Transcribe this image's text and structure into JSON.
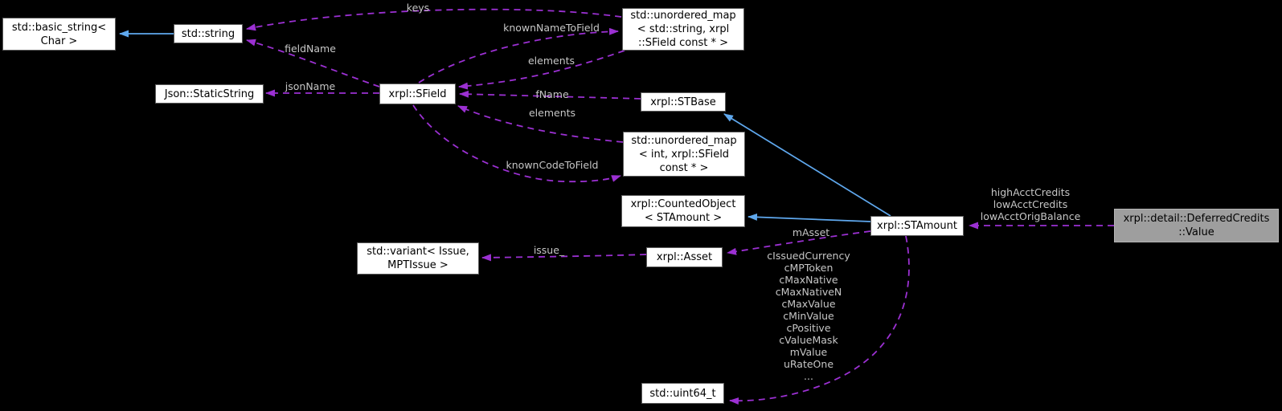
{
  "nodes": {
    "basic_string": {
      "lines": [
        "std::basic_string<",
        "Char >"
      ]
    },
    "std_string": {
      "lines": [
        "std::string"
      ]
    },
    "static_string": {
      "lines": [
        "Json::StaticString"
      ]
    },
    "sfield": {
      "lines": [
        "xrpl::SField"
      ]
    },
    "umap_string": {
      "lines": [
        "std::unordered_map",
        "< std::string, xrpl",
        "::SField const * >"
      ]
    },
    "stbase": {
      "lines": [
        "xrpl::STBase"
      ]
    },
    "umap_int": {
      "lines": [
        "std::unordered_map",
        "< int, xrpl::SField",
        "const * >"
      ]
    },
    "counted_object": {
      "lines": [
        "xrpl::CountedObject",
        "< STAmount >"
      ]
    },
    "variant": {
      "lines": [
        "std::variant< Issue,",
        "MPTIssue >"
      ]
    },
    "asset": {
      "lines": [
        "xrpl::Asset"
      ]
    },
    "stamount": {
      "lines": [
        "xrpl::STAmount"
      ]
    },
    "deferred_value": {
      "lines": [
        "xrpl::detail::DeferredCredits",
        "::Value"
      ]
    },
    "uint64": {
      "lines": [
        "std::uint64_t"
      ]
    }
  },
  "edge_labels": {
    "keys": "keys",
    "known_name_to_field": "knownNameToField",
    "field_name": "fieldName",
    "json_name": "jsonName",
    "elements_name_map": "elements",
    "f_name": "fName",
    "elements_code_map": "elements",
    "known_code_to_field": "knownCodeToField",
    "issue": "issue_",
    "m_asset": "mAsset",
    "deferred_members": [
      "highAcctCredits",
      "lowAcctCredits",
      "lowAcctOrigBalance"
    ],
    "stamount_members": [
      "cIssuedCurrency",
      "cMPToken",
      "cMaxNative",
      "cMaxNativeN",
      "cMaxValue",
      "cMinValue",
      "cPositive",
      "cValueMask",
      "mValue",
      "uRateOne",
      "..."
    ]
  },
  "colors": {
    "background": "#000000",
    "node_fill": "#ffffff",
    "node_border": "#5c5c5c",
    "node_text": "#000000",
    "highlight_fill": "#9e9e9e",
    "highlight_border": "#b4b4b4",
    "edge_usage": "#9b30d2",
    "edge_inheritance": "#5fa8ee",
    "edge_label_text": "#c6c6c6"
  }
}
